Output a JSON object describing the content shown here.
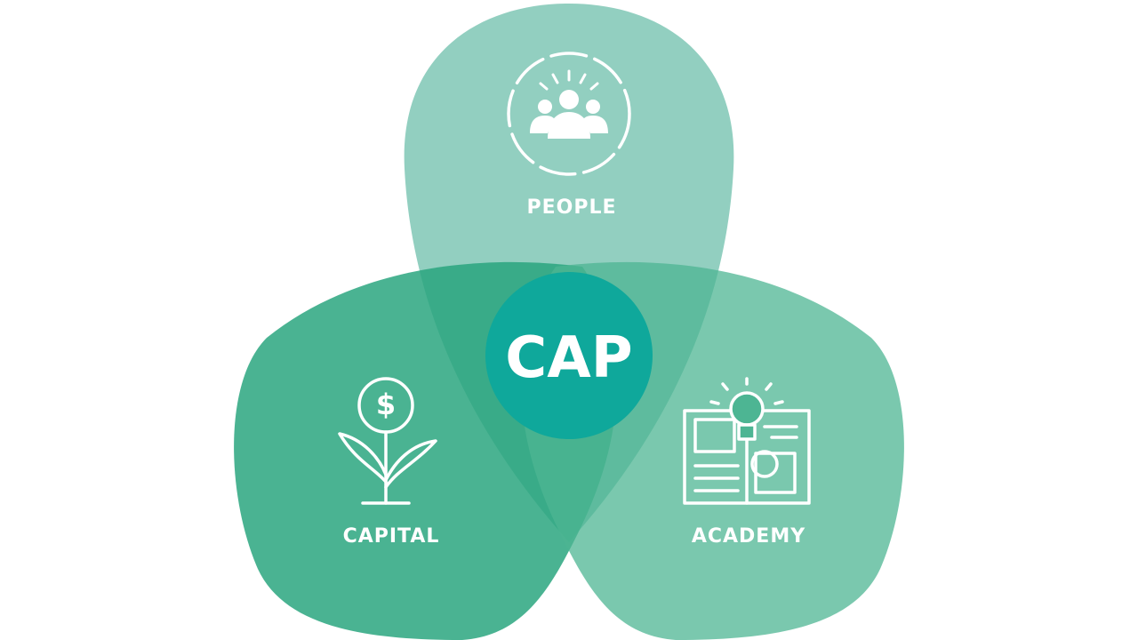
{
  "diagram": {
    "center": {
      "label": "CAP",
      "color": "#0fa89b"
    },
    "petals": [
      {
        "id": "people",
        "label": "PEOPLE",
        "color": "#7fc7b5",
        "icon": "people-group-icon"
      },
      {
        "id": "capital",
        "label": "CAPITAL",
        "color": "#2aa67f",
        "icon": "money-plant-icon"
      },
      {
        "id": "academy",
        "label": "ACADEMY",
        "color": "#4db593",
        "icon": "book-lightbulb-icon"
      }
    ]
  }
}
